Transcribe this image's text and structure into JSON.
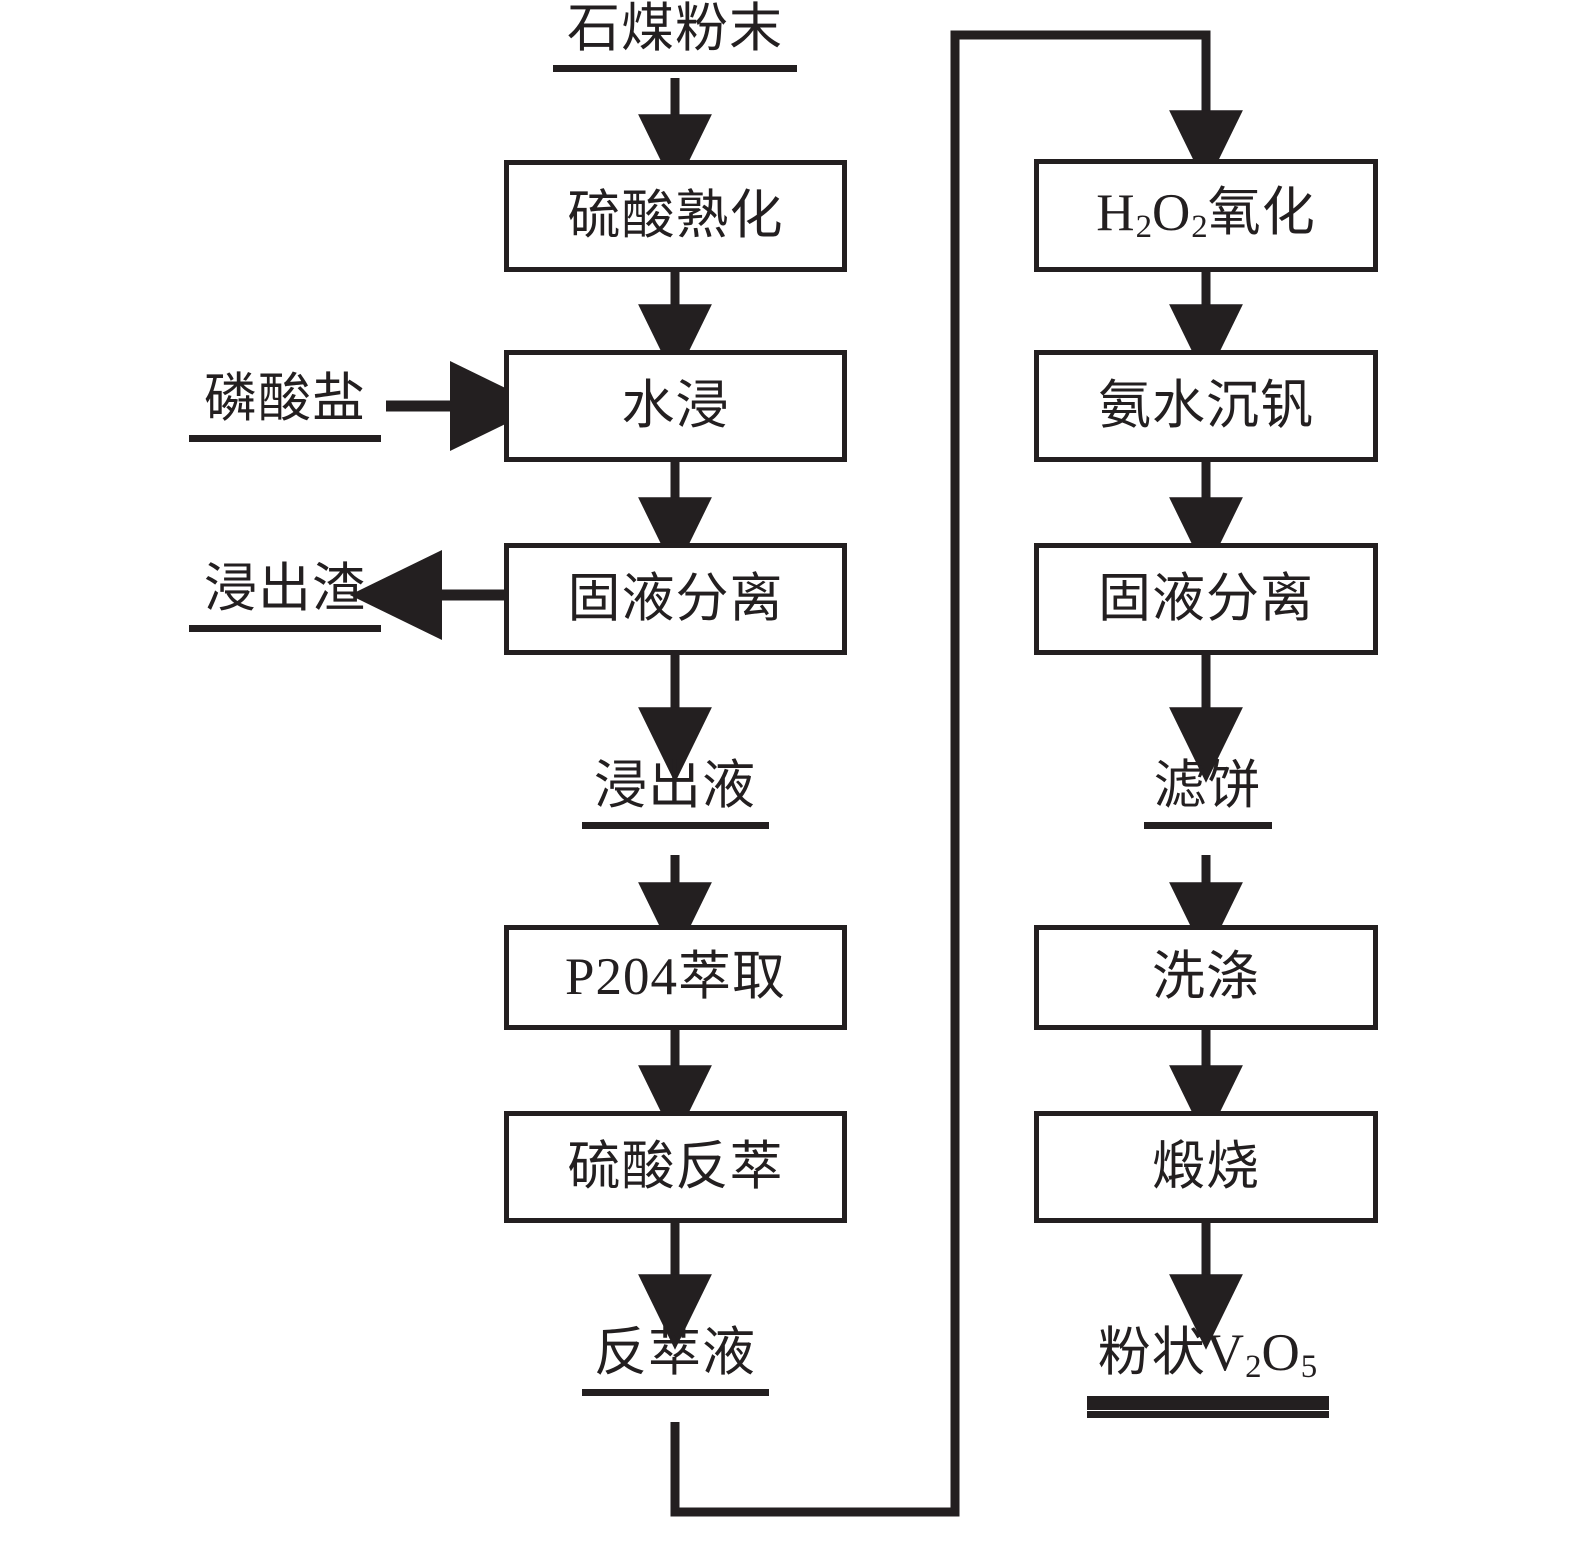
{
  "diagram": {
    "title_text": "石煤粉末",
    "type": "process-flowchart",
    "language": "zh-CN",
    "line_color": "#231f20",
    "background_color": "#ffffff"
  },
  "streams": {
    "feed_stone_coal": "石煤粉末",
    "reagent_phosphate": "磷酸盐",
    "output_leach_residue": "浸出渣",
    "intermediate_leachate": "浸出液",
    "intermediate_strip_liquor": "反萃液",
    "intermediate_filter_cake": "滤饼",
    "product_label_prefix": "粉状V",
    "product_sub1": "2",
    "product_label_mid": "O",
    "product_sub2": "5"
  },
  "left_column": {
    "boxes": [
      {
        "id": "sulfuric-acid-curing",
        "label": "硫酸熟化"
      },
      {
        "id": "water-leaching",
        "label": "水浸"
      },
      {
        "id": "solid-liquid-separation-1",
        "label": "固液分离"
      },
      {
        "id": "p204-extraction",
        "label": "P204萃取"
      },
      {
        "id": "sulfuric-acid-stripping",
        "label": "硫酸反萃"
      }
    ]
  },
  "right_column": {
    "boxes": [
      {
        "id": "h2o2-oxidation",
        "label_prefix": "H",
        "label_sub1": "2",
        "label_mid": "O",
        "label_sub2": "2",
        "label_suffix": "氧化"
      },
      {
        "id": "ammonia-vanadium-precipitation",
        "label": "氨水沉钒"
      },
      {
        "id": "solid-liquid-separation-2",
        "label": "固液分离"
      },
      {
        "id": "washing",
        "label": "洗涤"
      },
      {
        "id": "calcination",
        "label": "煅烧"
      }
    ]
  }
}
